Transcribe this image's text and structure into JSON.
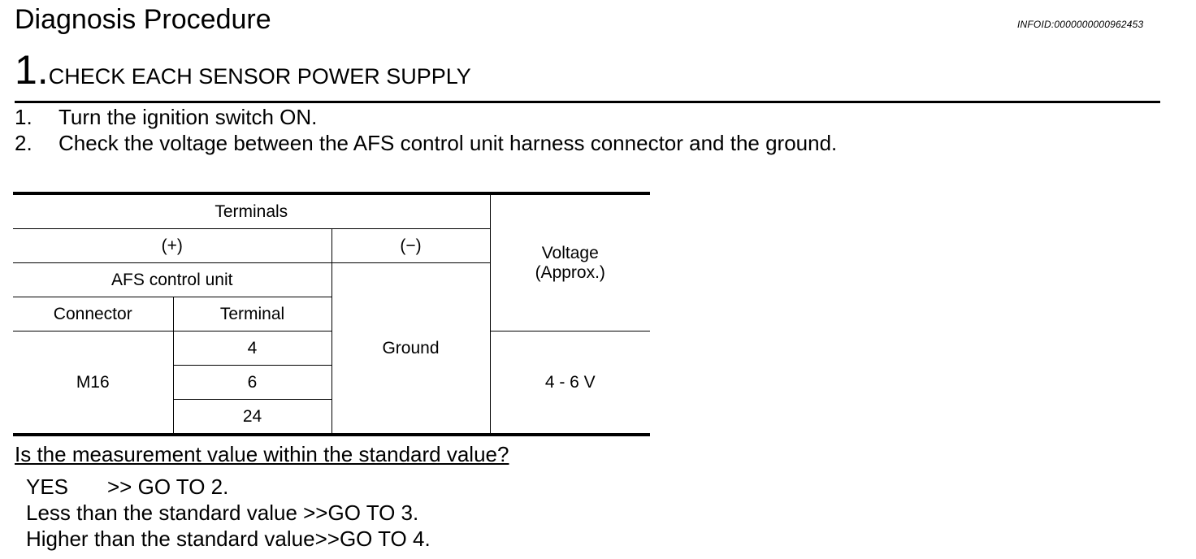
{
  "header": {
    "title": "Diagnosis Procedure",
    "info_id": "INFOID:0000000000962453"
  },
  "step": {
    "number": "1.",
    "title": "CHECK EACH SENSOR POWER SUPPLY"
  },
  "instructions": [
    {
      "num": "1.",
      "text": "Turn the ignition switch ON."
    },
    {
      "num": "2.",
      "text": "Check the voltage between the AFS control unit harness connector and the ground."
    }
  ],
  "table": {
    "terminals_header": "Terminals",
    "plus_header": "(+)",
    "minus_header": "(−)",
    "unit_header": "AFS control unit",
    "connector_header": "Connector",
    "terminal_header": "Terminal",
    "voltage_header_line1": "Voltage",
    "voltage_header_line2": "(Approx.)",
    "connector": "M16",
    "terminals": [
      "4",
      "6",
      "24"
    ],
    "ground": "Ground",
    "voltage": "4 - 6 V"
  },
  "question": "Is the measurement value within the standard value?",
  "answers": {
    "yes_label": "YES",
    "yes_action": ">> GO TO 2.",
    "less_label": "Less than the standard value ",
    "less_action": ">>GO TO 3.",
    "higher_label": "Higher than the standard value",
    "higher_action": ">>GO TO 4."
  }
}
